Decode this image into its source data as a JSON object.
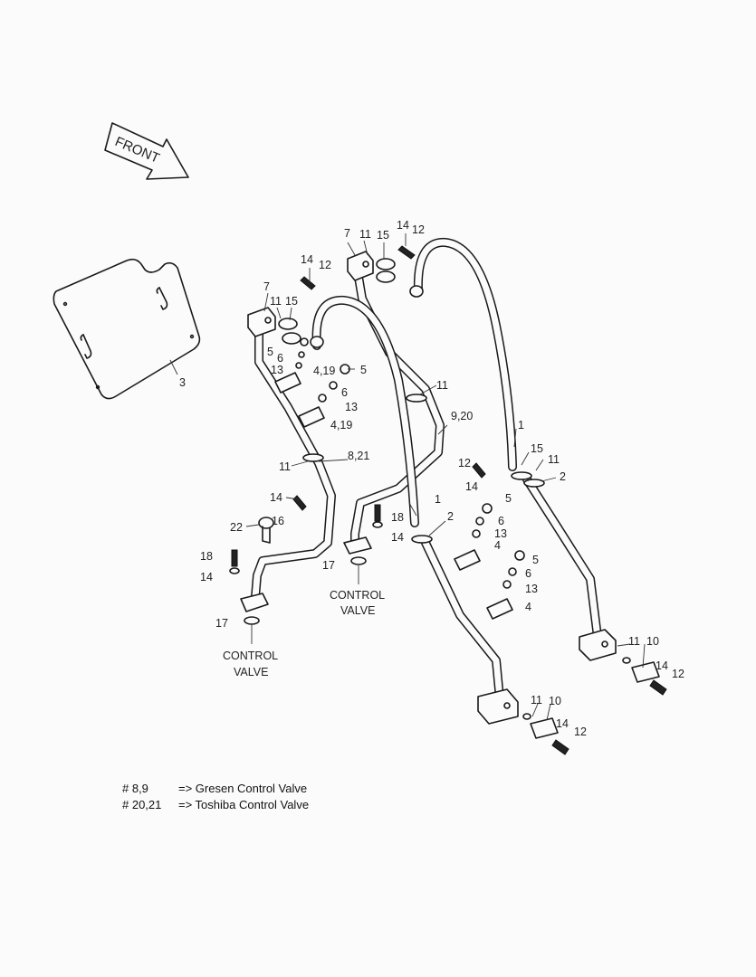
{
  "direction_label": "FRONT",
  "control_valve_labels": [
    {
      "line1": "CONTROL",
      "line2": "VALVE"
    },
    {
      "line1": "CONTROL",
      "line2": "VALVE"
    }
  ],
  "callouts": [
    "7",
    "11",
    "15",
    "14",
    "12",
    "7",
    "11",
    "15",
    "14",
    "12",
    "3",
    "5",
    "6",
    "13",
    "4,19",
    "5",
    "6",
    "13",
    "4,19",
    "11",
    "8,21",
    "14",
    "16",
    "22",
    "18",
    "14",
    "17",
    "11",
    "9,20",
    "18",
    "14",
    "17",
    "1",
    "15",
    "11",
    "12",
    "14",
    "2",
    "5",
    "6",
    "13",
    "4",
    "5",
    "6",
    "13",
    "4",
    "1",
    "2",
    "11",
    "10",
    "14",
    "12",
    "11",
    "10",
    "14",
    "12"
  ],
  "legend": [
    {
      "key": "# 8,9",
      "text": "=> Gresen Control Valve"
    },
    {
      "key": "# 20,21",
      "text": "=> Toshiba Control Valve"
    }
  ]
}
